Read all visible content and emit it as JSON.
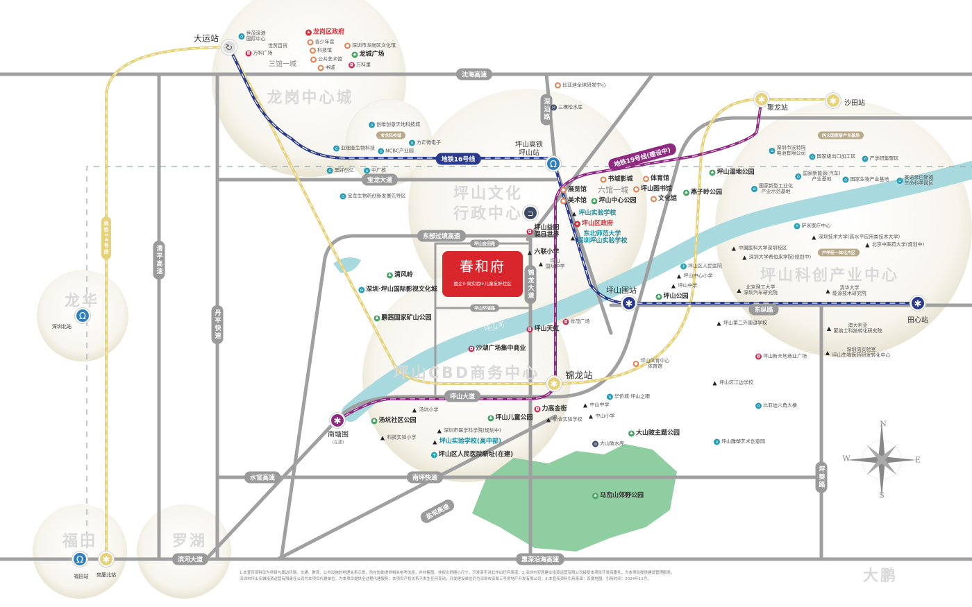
{
  "project": {
    "name": "春和府",
    "tagline": "国企II·双实验II·儿童友好社区"
  },
  "districts": [
    "龙岗中心城",
    "坪山文化",
    "行政中心",
    "坪山CBD商务中心",
    "坪山科创产业中心",
    "龙华",
    "福田",
    "罗湖",
    "大鹏",
    "六馆一城",
    "三馆一城"
  ],
  "roads": [
    "沈海高速",
    "深汕路",
    "宝龙大道",
    "东部过境高速",
    "清平高速",
    "丹平快速",
    "锦龙大道",
    "坪山大道",
    "东纵路",
    "水官高速",
    "南坪快速",
    "盐坝高速",
    "滨河大道",
    "惠深沿海高速",
    "坪葵路",
    "坪山金田路",
    "坪山环境路"
  ],
  "river": "坪山河",
  "metro_lines": [
    "地铁16号线",
    "地铁19号线(建设中)",
    "地铁14号线"
  ],
  "stations": [
    "大运站",
    "聚龙站",
    "沙田站",
    "坪山高铁",
    "坪山站",
    "坪山围站",
    "田心站",
    "锦龙站",
    "南塘围",
    "(在建)",
    "深圳北站",
    "福田站",
    "岗厦北站"
  ],
  "pills": [
    "宝龙科技城",
    "四大国家级产业基地",
    "产学研一体化片区"
  ],
  "pois": [
    {
      "name": "世茂深港\n国际中心",
      "type": "biz"
    },
    {
      "name": "世贸百货",
      "type": "none"
    },
    {
      "name": "万科广场",
      "type": "shop"
    },
    {
      "name": "龙岗区政府",
      "type": "gov"
    },
    {
      "name": "青少年宫",
      "type": "culture"
    },
    {
      "name": "科技馆",
      "type": "culture"
    },
    {
      "name": "公共艺术馆",
      "type": "culture"
    },
    {
      "name": "书城",
      "type": "culture"
    },
    {
      "name": "深圳市龙岗区文化馆",
      "type": "culture"
    },
    {
      "name": "龙城广场",
      "type": "park"
    },
    {
      "name": "万科里",
      "type": "shop"
    },
    {
      "name": "创维创意天地科技城",
      "type": "biz"
    },
    {
      "name": "方正微电子",
      "type": "biz"
    },
    {
      "name": "亚细亚生物科技",
      "type": "biz"
    },
    {
      "name": "NCBC产业园",
      "type": "biz"
    },
    {
      "name": "里好创亿",
      "type": "biz"
    },
    {
      "name": "中广核",
      "type": "biz"
    },
    {
      "name": "宝龙生物药创新发展先导区",
      "type": "biz"
    },
    {
      "name": "比亚迪全球研发中心",
      "type": "culture"
    },
    {
      "name": "三棵松水库",
      "type": "water"
    },
    {
      "name": "书城影城",
      "type": "culture"
    },
    {
      "name": "体育馆",
      "type": "culture"
    },
    {
      "name": "展览馆",
      "type": "culture"
    },
    {
      "name": "坪山图书馆",
      "type": "culture"
    },
    {
      "name": "美术馆",
      "type": "culture"
    },
    {
      "name": "坪山中心公园",
      "type": "park"
    },
    {
      "name": "文化馆",
      "type": "culture"
    },
    {
      "name": "坪山实验学校",
      "type": "edu"
    },
    {
      "name": "坪山区政府",
      "type": "gov"
    },
    {
      "name": "东北师范大学\n深圳坪山实验学校",
      "type": "edu"
    },
    {
      "name": "燕子岭公园",
      "type": "park"
    },
    {
      "name": "坪山湿地公园",
      "type": "park"
    },
    {
      "name": "坪山益田\n假日世界",
      "type": "shop"
    },
    {
      "name": "六联小学",
      "type": "edu"
    },
    {
      "name": "坪山\n国际中学",
      "type": "edu"
    },
    {
      "name": "清风岭",
      "type": "park"
    },
    {
      "name": "深圳·坪山国际影视文化城",
      "type": "biz"
    },
    {
      "name": "鹏茜国家矿山公园",
      "type": "park"
    },
    {
      "name": "坪山天虹",
      "type": "shop"
    },
    {
      "name": "世茂广场",
      "type": "shop"
    },
    {
      "name": "沙湖广场集中商业",
      "type": "shop"
    },
    {
      "name": "汤坑小学",
      "type": "edu"
    },
    {
      "name": "汤坑社区公园",
      "type": "park"
    },
    {
      "name": "坪山儿童公园",
      "type": "park"
    },
    {
      "name": "力高金街",
      "type": "shop"
    },
    {
      "name": "新合实验学校",
      "type": "edu"
    },
    {
      "name": "深圳市医学科学院(规划中)",
      "type": "edu"
    },
    {
      "name": "坪山实验学校(高中部)",
      "type": "edu"
    },
    {
      "name": "坪山区人民医院新址(在建)",
      "type": "hosp"
    },
    {
      "name": "科技实验小学",
      "type": "edu"
    },
    {
      "name": "中山中学",
      "type": "edu"
    },
    {
      "name": "中山小学",
      "type": "edu"
    },
    {
      "name": "华侨城·坪山之眼",
      "type": "biz"
    },
    {
      "name": "坪山体育中心\n体育馆",
      "type": "culture"
    },
    {
      "name": "大山陂主题公园",
      "type": "park"
    },
    {
      "name": "大山陂水库",
      "type": "water"
    },
    {
      "name": "马峦山郊野公园",
      "type": "park"
    },
    {
      "name": "坪山区人民医院",
      "type": "hosp"
    },
    {
      "name": "坪山中心小学",
      "type": "edu"
    },
    {
      "name": "坪山中学",
      "type": "edu"
    },
    {
      "name": "坪山公园",
      "type": "park"
    },
    {
      "name": "坪山第二外国语学校",
      "type": "edu"
    },
    {
      "name": "坪山新天地商业广场",
      "type": "shop"
    },
    {
      "name": "坪山区江边学校",
      "type": "edu"
    },
    {
      "name": "比亚迪六角大楼",
      "type": "biz"
    },
    {
      "name": "坪山雕塑艺术创意园",
      "type": "biz"
    },
    {
      "name": "深圳市沃特玛\n电池有限公司",
      "type": "biz"
    },
    {
      "name": "国家级出口加工区",
      "type": "biz"
    },
    {
      "name": "产学研集聚区",
      "type": "biz"
    },
    {
      "name": "国家新型工业化\n产业示范基地",
      "type": "biz"
    },
    {
      "name": "国家新能源(汽车)\n产业基地",
      "type": "biz"
    },
    {
      "name": "国家生物产业基地",
      "type": "biz"
    },
    {
      "name": "赛诺菲巴斯德\n生命科学园区",
      "type": "biz"
    },
    {
      "name": "萨米医疗中心",
      "type": "hosp"
    },
    {
      "name": "深圳技术大学(高水平应用类技术大学)",
      "type": "edu"
    },
    {
      "name": "北京中医药大学(规划中)",
      "type": "edu"
    },
    {
      "name": "中国医科大学深圳校区",
      "type": "edu"
    },
    {
      "name": "深圳大学希伯来学院(规划中)",
      "type": "edu"
    },
    {
      "name": "北京理工大学\n深圳汽车研究院",
      "type": "edu"
    },
    {
      "name": "清华大学\n能源技术研究院",
      "type": "edu"
    },
    {
      "name": "澳大利亚\n蒙纳士科技转化研究院",
      "type": "edu"
    },
    {
      "name": "深圳湾实验室\n坪山生物医药研发转化中心",
      "type": "edu"
    }
  ],
  "compass": [
    "N",
    "S",
    "W",
    "E"
  ],
  "disclaimer": [
    "1.本宣传资料仅为项目与周边环境、交通、教育、公共设施的地理关系示意，旨在协助提供相关参考信息，并非售图，非按比例缩小尺寸，开发商不对此作出任何承诺；2.深圳市安居建业投资运营有限公司接受本项目开发商委托，为本项目提供建设管理服务，",
    "深圳市坪山安城投资运营有限责任公司为本项目代建单位，为本项目提供全过程代建服务；本项目产权关系不发生任何变动，开发建设单位仍为深圳市安和三号房地产开发有限公司；3.本宣传资料引用来源：百度地图，引用时间：2024年11月。"
  ],
  "colors": {
    "road": "#a0a0a0",
    "line16": "#2a3b8f",
    "line14": "#e6d27a",
    "line19": "#8e2a80",
    "river": "#a8d9de",
    "park": "#8fcea0",
    "project": "#d9262c",
    "rail": "#2f7fc0"
  }
}
